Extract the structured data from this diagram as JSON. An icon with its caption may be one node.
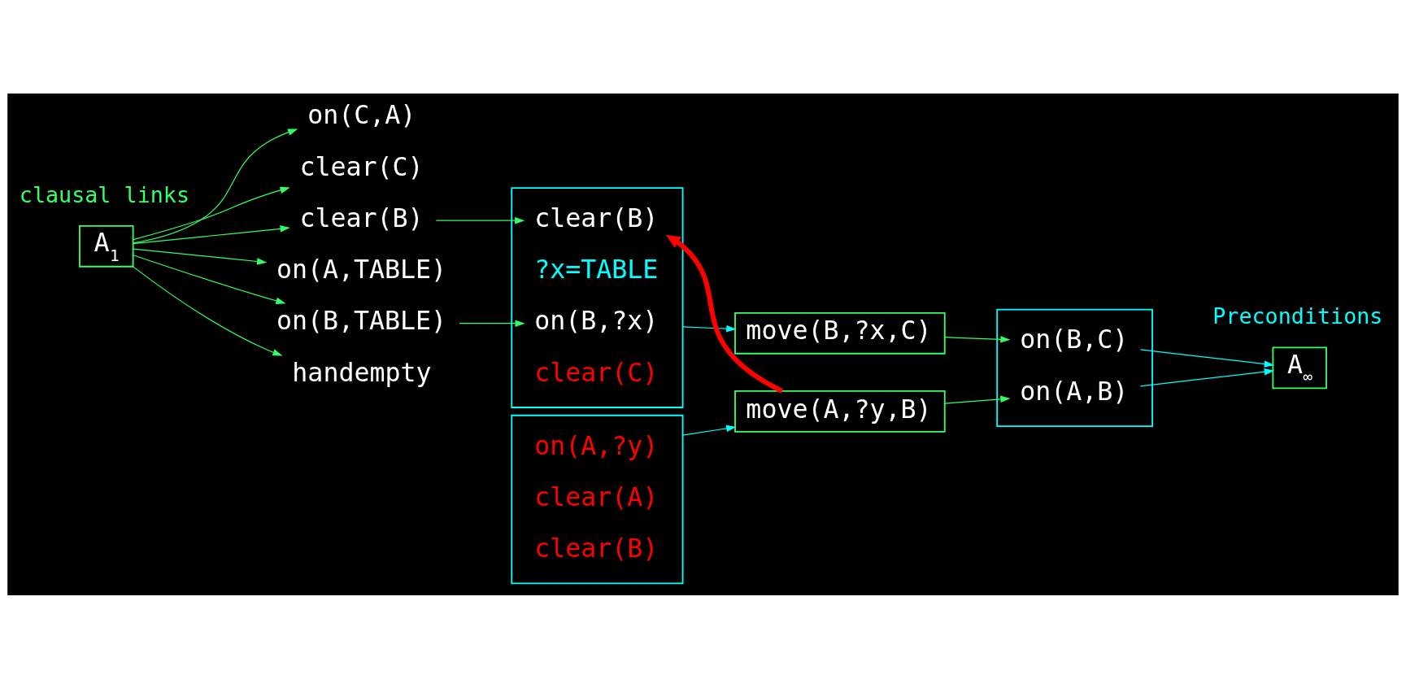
{
  "diagram": {
    "nodes": [
      {
        "text": [
          "A$_{1}$"
        ]
      },
      {
        "text": [
          "on(C,A)"
        ]
      },
      {
        "text": [
          "clear(C)"
        ]
      },
      {
        "text": [
          "clear(B)"
        ]
      },
      {
        "text": [
          "on(A,TABLE)"
        ]
      },
      {
        "text": [
          "on(B,TABLE)"
        ]
      },
      {
        "text": [
          "handempty"
        ]
      },
      {
        "text": [],
        "shape": "box"
      },
      {
        "text": [
          "on(B,?x)"
        ],
        "in": 7
      },
      {
        "text": [
          "?x=TABLE"
        ],
        "in": 7
      },
      {
        "text": [
          "clear(B)"
        ],
        "in": 7
      },
      {
        "text": [
          "clear(C)"
        ],
        "in": 7
      },
      {
        "text": [
          "move(B,?x,C)"
        ]
      },
      {
        "text": [],
        "shape": "box"
      },
      {
        "text": [
          "on(A,B)"
        ],
        "in": 13
      },
      {
        "text": [
          "on(B,C)"
        ],
        "in": 13
      },
      {
        "text": [
          "A$_{∞}$"
        ]
      },
      {
        "text": [
          "move(A,?y,B)"
        ]
      },
      {
        "text": [],
        "shape": "box"
      },
      {
        "text": [
          "on(A,?y)"
        ],
        "in": 18
      },
      {
        "text": [
          "clear(A)"
        ],
        "in": 18
      },
      {
        "text": [
          "clear(B)"
        ],
        "in": 18
      }
    ],
    "edges": [
      {
        "from": 0,
        "to": 1,
        "arrow": "to"
      },
      {
        "from": 0,
        "to": 2,
        "arrow": "to"
      },
      {
        "from": 0,
        "to": 3,
        "arrow": "to"
      },
      {
        "from": 0,
        "to": 4,
        "arrow": "to"
      },
      {
        "from": 0,
        "to": 5,
        "arrow": "to"
      },
      {
        "from": 0,
        "to": 6,
        "arrow": "to"
      },
      {
        "from": 3,
        "to": 10,
        "arrow": "to"
      },
      {
        "from": 5,
        "to": 8,
        "arrow": "to"
      },
      {
        "from": 7,
        "to": 12,
        "arrow": "to",
        "color": "#00ffff"
      },
      {
        "from": 12,
        "to": 15,
        "arrow": "to"
      },
      {
        "from": 17,
        "to": 14,
        "arrow": "to"
      },
      {
        "from": 14,
        "to": 16,
        "arrow": "to",
        "color": "#00ffff"
      },
      {
        "from": 15,
        "to": 16,
        "arrow": "to",
        "color": "#00ffff"
      },
      {
        "from": 18,
        "to": 17,
        "arrow": "to",
        "color": "#00ffff"
      },
      {
        "from": 17,
        "to": 10,
        "arrow": "to",
        "style": "thick",
        "color": "#ff0000"
      }
    ],
    "labels": [
      "clausal links",
      "Preconditions"
    ]
  }
}
